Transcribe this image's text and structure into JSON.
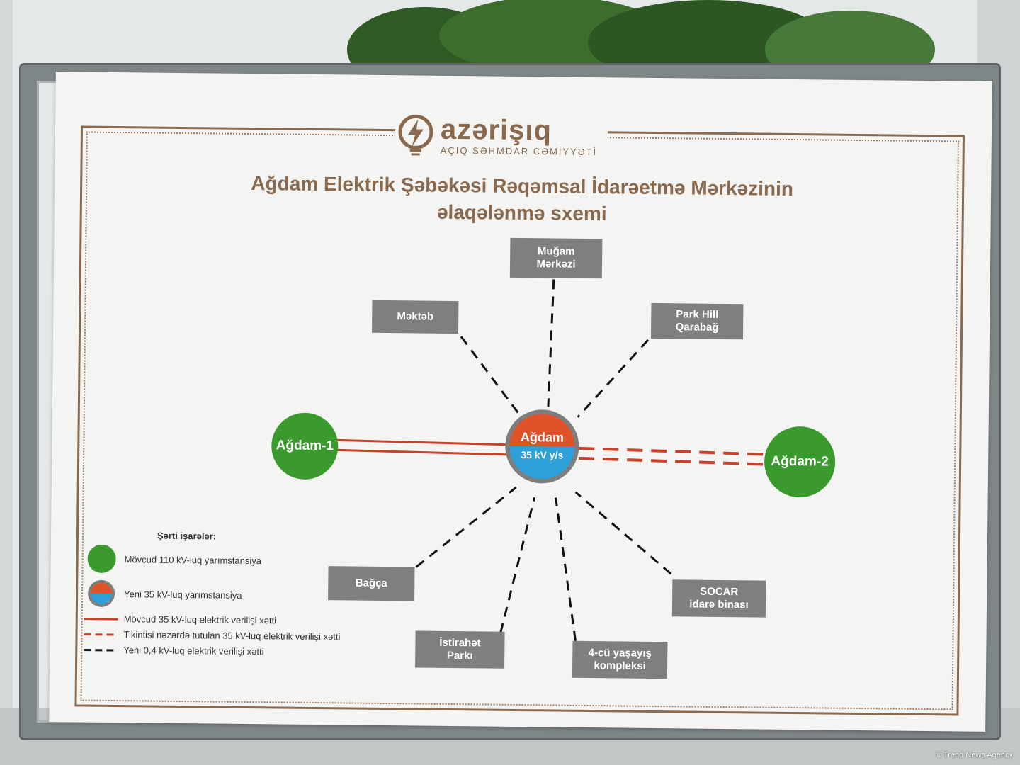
{
  "brand": {
    "name": "azərişıq",
    "subtitle": "AÇIQ SƏHMDAR CƏMİYYƏTİ",
    "color": "#8a6a4e"
  },
  "title": {
    "line1": "Ağdam Elektrik Şəbəkəsi Rəqəmsal İdarəetmə Mərkəzinin",
    "line2": "əlaqələnmə sxemi"
  },
  "hub": {
    "name": "Ağdam",
    "sub": "35 kV y/s",
    "top_color": "#e0532a",
    "bottom_color": "#2e9fd8"
  },
  "substations": [
    {
      "id": "agdam-1",
      "label": "Ağdam-1",
      "link": "existing-35kv"
    },
    {
      "id": "agdam-2",
      "label": "Ağdam-2",
      "link": "planned-35kv"
    }
  ],
  "consumers": [
    {
      "id": "mugam",
      "line1": "Muğam",
      "line2": "Mərkəzi"
    },
    {
      "id": "mekteb",
      "line1": "Məktəb",
      "line2": ""
    },
    {
      "id": "parkhill",
      "line1": "Park Hill",
      "line2": "Qarabağ"
    },
    {
      "id": "bagca",
      "line1": "Bağça",
      "line2": ""
    },
    {
      "id": "socar",
      "line1": "SOCAR",
      "line2": "idarə binası"
    },
    {
      "id": "istirahet",
      "line1": "İstirahət",
      "line2": "Parkı"
    },
    {
      "id": "yasayis",
      "line1": "4-cü yaşayış",
      "line2": "kompleksi"
    }
  ],
  "legend": {
    "title": "Şərti işarələr:",
    "items": [
      {
        "symbol": "green-circle",
        "text": "Mövcud 110 kV-luq yarımstansiya"
      },
      {
        "symbol": "split-circle",
        "text": "Yeni 35 kV-luq yarımstansiya"
      },
      {
        "symbol": "solid-red-line",
        "text": "Mövcud 35 kV-luq elektrik verilişi xətti"
      },
      {
        "symbol": "dashed-red-line",
        "text": "Tikintisi nəzərdə tutulan 35 kV-luq elektrik verilişi xətti"
      },
      {
        "symbol": "dashed-black-line",
        "text": "Yeni 0,4 kV-luq elektrik verilişi xətti"
      }
    ]
  },
  "colors": {
    "substation_green": "#3a9a2e",
    "line_red": "#c8412a",
    "box_gray": "#7f7f7f"
  },
  "credit": "© Trend News Agency"
}
